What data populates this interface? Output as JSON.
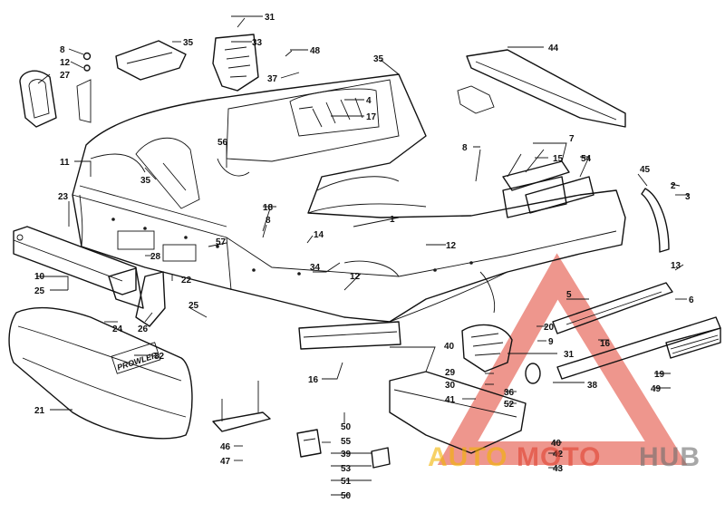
{
  "diagram": {
    "callouts": [
      {
        "id": "c31a",
        "text": "31"
      },
      {
        "id": "c33",
        "text": "33"
      },
      {
        "id": "c35a",
        "text": "35"
      },
      {
        "id": "c48",
        "text": "48"
      },
      {
        "id": "c8a",
        "text": "8"
      },
      {
        "id": "c12a",
        "text": "12"
      },
      {
        "id": "c27",
        "text": "27"
      },
      {
        "id": "c37",
        "text": "37"
      },
      {
        "id": "c35b",
        "text": "35"
      },
      {
        "id": "c4",
        "text": "4"
      },
      {
        "id": "c17",
        "text": "17"
      },
      {
        "id": "c44",
        "text": "44"
      },
      {
        "id": "c11",
        "text": "11"
      },
      {
        "id": "c35c",
        "text": "35"
      },
      {
        "id": "c56",
        "text": "56"
      },
      {
        "id": "c8b",
        "text": "8"
      },
      {
        "id": "c7",
        "text": "7"
      },
      {
        "id": "c15",
        "text": "15"
      },
      {
        "id": "c54",
        "text": "54"
      },
      {
        "id": "c45",
        "text": "45"
      },
      {
        "id": "c2",
        "text": "2"
      },
      {
        "id": "c3",
        "text": "3"
      },
      {
        "id": "c23",
        "text": "23"
      },
      {
        "id": "c18",
        "text": "18"
      },
      {
        "id": "c8c",
        "text": "8"
      },
      {
        "id": "c1",
        "text": "1"
      },
      {
        "id": "c14",
        "text": "14"
      },
      {
        "id": "c57",
        "text": "57"
      },
      {
        "id": "c12b",
        "text": "12"
      },
      {
        "id": "c28",
        "text": "28"
      },
      {
        "id": "c34",
        "text": "34"
      },
      {
        "id": "c12c",
        "text": "12"
      },
      {
        "id": "c10",
        "text": "10"
      },
      {
        "id": "c22",
        "text": "22"
      },
      {
        "id": "c13",
        "text": "13"
      },
      {
        "id": "c25a",
        "text": "25"
      },
      {
        "id": "c5",
        "text": "5"
      },
      {
        "id": "c6",
        "text": "6"
      },
      {
        "id": "c25b",
        "text": "25"
      },
      {
        "id": "c24",
        "text": "24"
      },
      {
        "id": "c26",
        "text": "26"
      },
      {
        "id": "c20",
        "text": "20"
      },
      {
        "id": "c9",
        "text": "9"
      },
      {
        "id": "c16a",
        "text": "16"
      },
      {
        "id": "c40a",
        "text": "40"
      },
      {
        "id": "c31b",
        "text": "31"
      },
      {
        "id": "c32",
        "text": "32"
      },
      {
        "id": "c16b",
        "text": "16"
      },
      {
        "id": "c29",
        "text": "29"
      },
      {
        "id": "c30",
        "text": "30"
      },
      {
        "id": "c38",
        "text": "38"
      },
      {
        "id": "c19",
        "text": "19"
      },
      {
        "id": "c49",
        "text": "49"
      },
      {
        "id": "c36",
        "text": "36"
      },
      {
        "id": "c41",
        "text": "41"
      },
      {
        "id": "c52",
        "text": "52"
      },
      {
        "id": "c21",
        "text": "21"
      },
      {
        "id": "c50a",
        "text": "50"
      },
      {
        "id": "c55",
        "text": "55"
      },
      {
        "id": "c39",
        "text": "39"
      },
      {
        "id": "c40b",
        "text": "40"
      },
      {
        "id": "c46",
        "text": "46"
      },
      {
        "id": "c42",
        "text": "42"
      },
      {
        "id": "c47",
        "text": "47"
      },
      {
        "id": "c53",
        "text": "53"
      },
      {
        "id": "c43",
        "text": "43"
      },
      {
        "id": "c51",
        "text": "51"
      },
      {
        "id": "c50b",
        "text": "50"
      }
    ],
    "decal_text": "PROWLER",
    "watermark": {
      "part1": "AUTO",
      "part2": "MOTO",
      "part3": "HUB"
    }
  },
  "colors": {
    "line": "#111111",
    "watermark_red": "#e0402f",
    "watermark_yellow": "#f2b400",
    "watermark_gray": "#6d6d6d"
  }
}
